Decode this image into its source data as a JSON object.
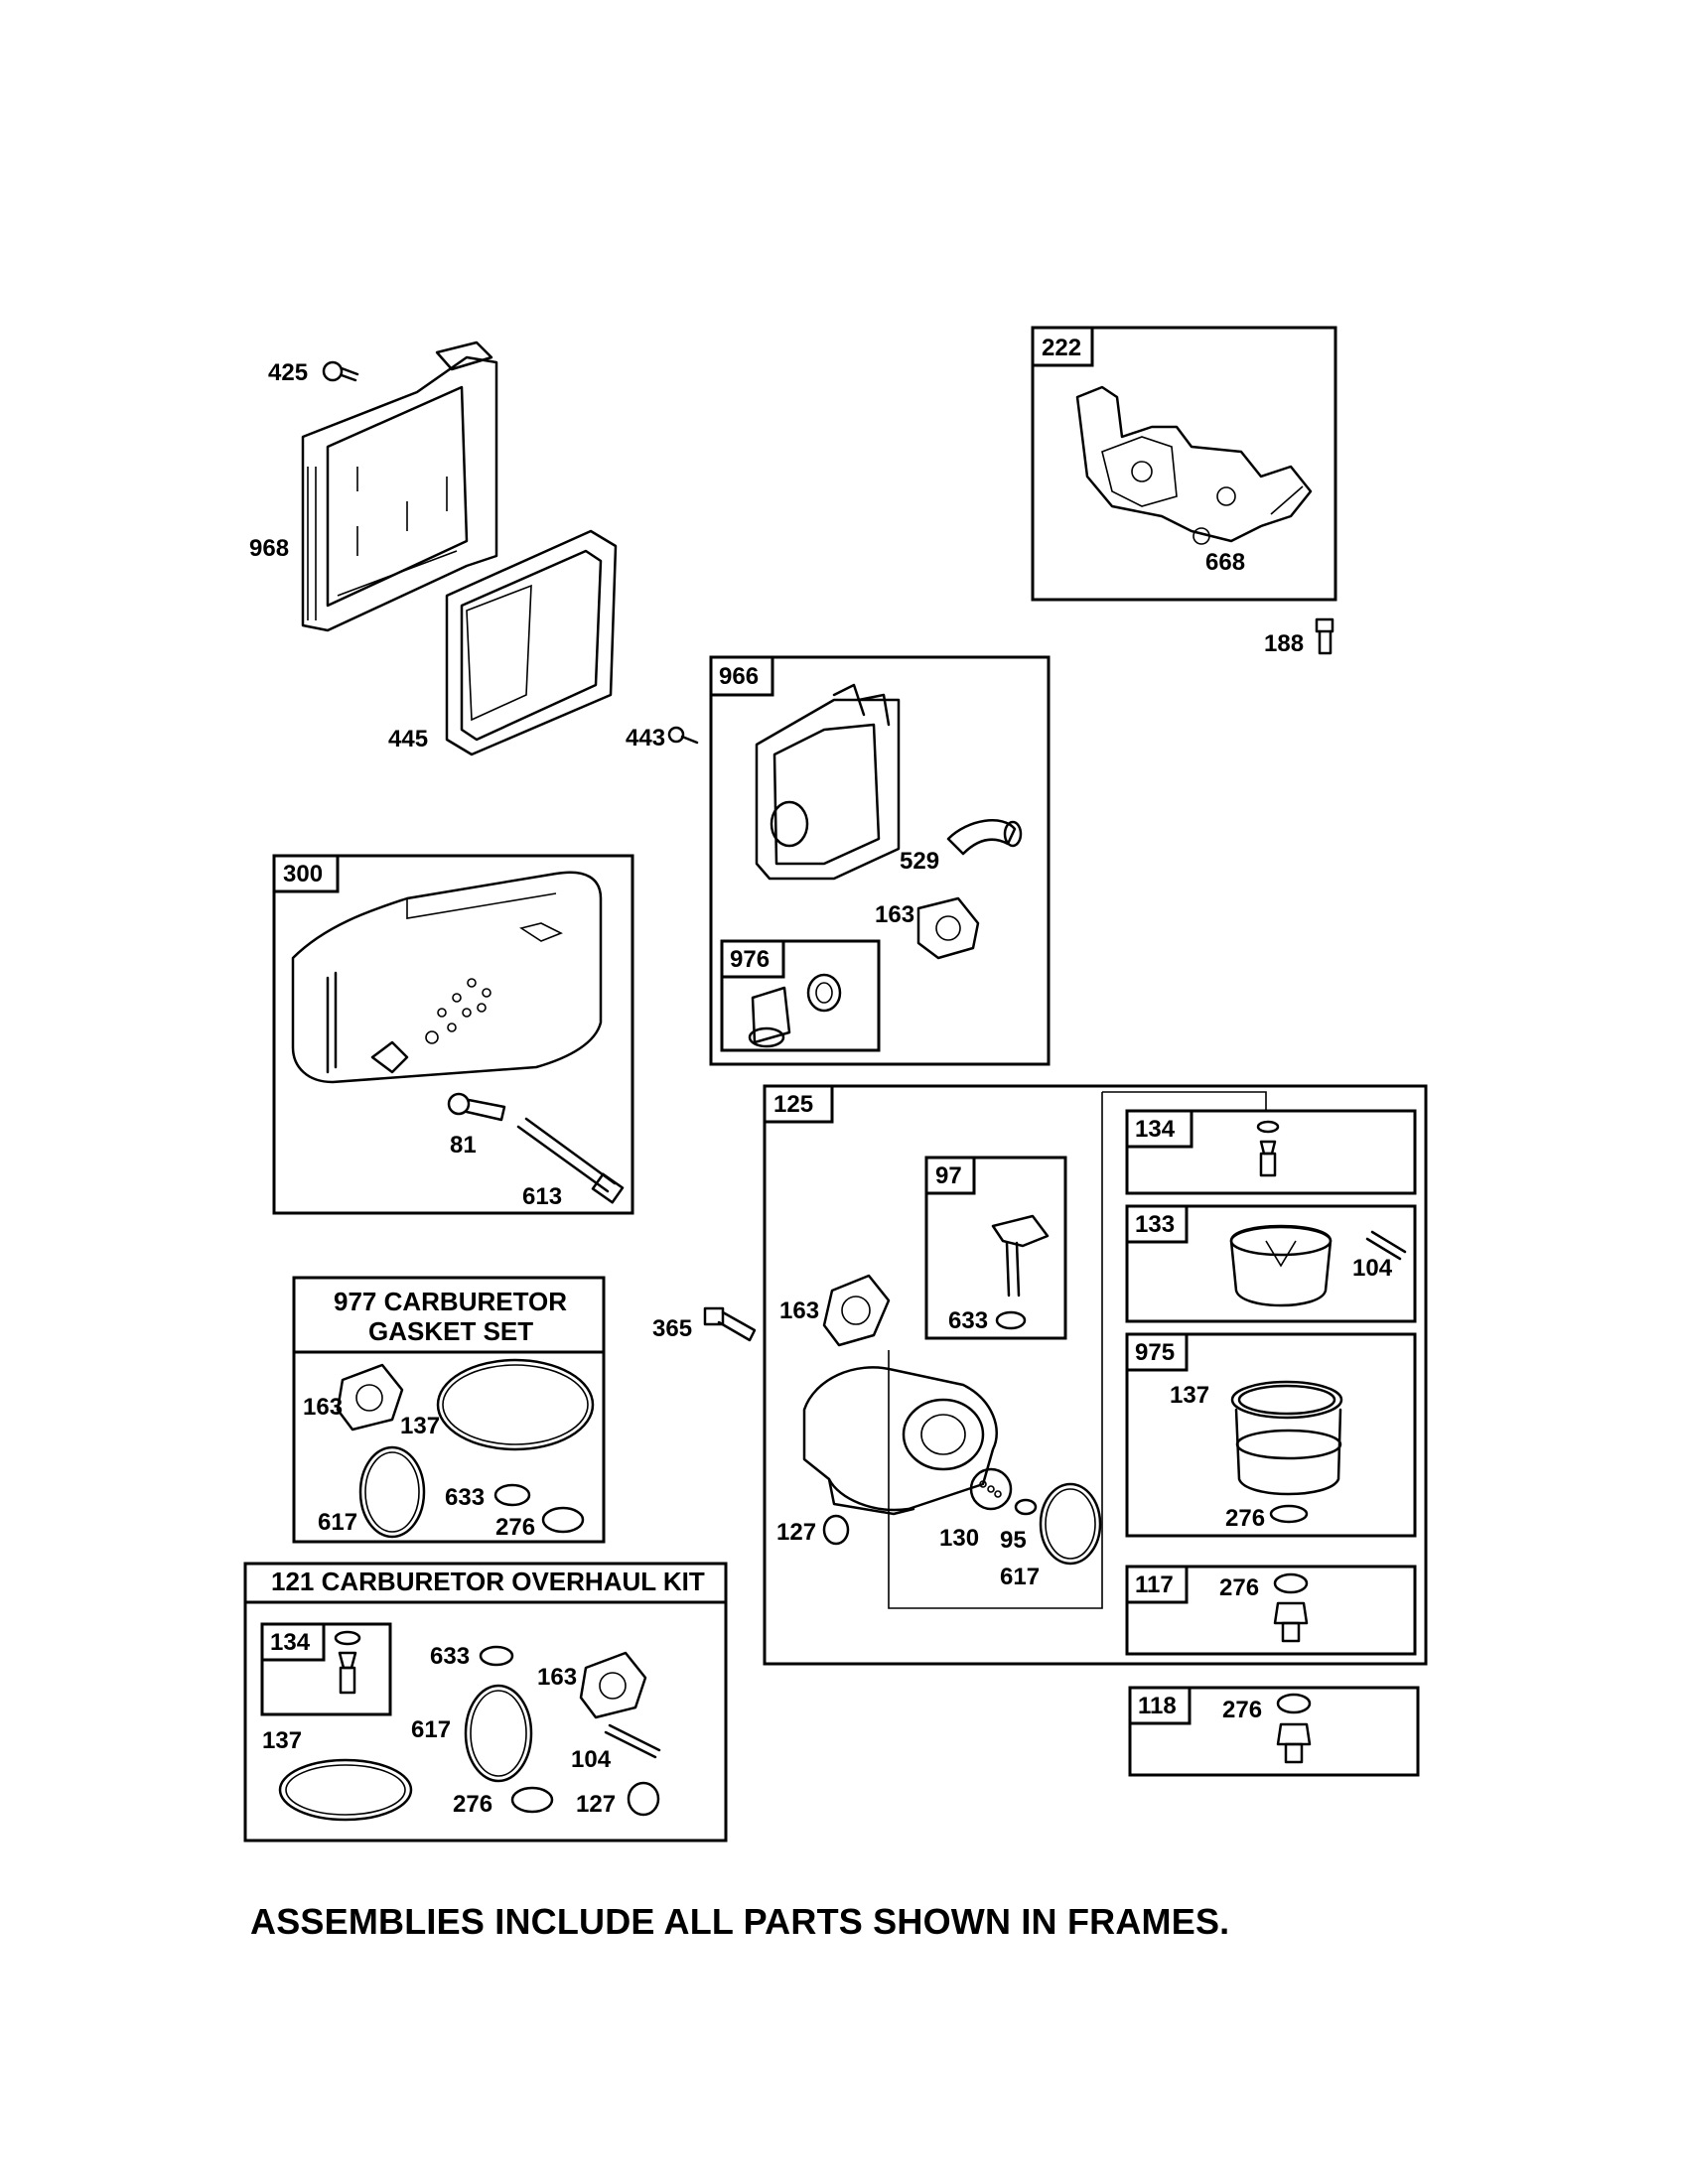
{
  "footnote": "ASSEMBLIES INCLUDE ALL PARTS SHOWN IN FRAMES.",
  "frames": {
    "f222": "222",
    "f966": "966",
    "f976": "976",
    "f300": "300",
    "f125": "125",
    "f97": "97",
    "f134a": "134",
    "f133": "133",
    "f975": "975",
    "f117": "117",
    "f118": "118",
    "f134b": "134"
  },
  "kits": {
    "gasket_set_line1": "977 CARBURETOR",
    "gasket_set_line2": "GASKET SET",
    "overhaul_kit": "121 CARBURETOR OVERHAUL KIT"
  },
  "parts": {
    "p425": "425",
    "p968": "968",
    "p445": "445",
    "p668": "668",
    "p188": "188",
    "p443": "443",
    "p529": "529",
    "p163_966": "163",
    "p81": "81",
    "p613": "613",
    "p365": "365",
    "p163_125": "163",
    "p633_97": "633",
    "p104_133": "104",
    "p137_975": "137",
    "p276_975": "276",
    "p127_125": "127",
    "p130": "130",
    "p95": "95",
    "p617_125": "617",
    "p276_117": "276",
    "p276_118": "276",
    "p163_977": "163",
    "p137_977": "137",
    "p617_977": "617",
    "p633_977": "633",
    "p276_977": "276",
    "p633_121": "633",
    "p163_121": "163",
    "p137_121": "137",
    "p617_121": "617",
    "p104_121": "104",
    "p276_121": "276",
    "p127_121": "127"
  }
}
